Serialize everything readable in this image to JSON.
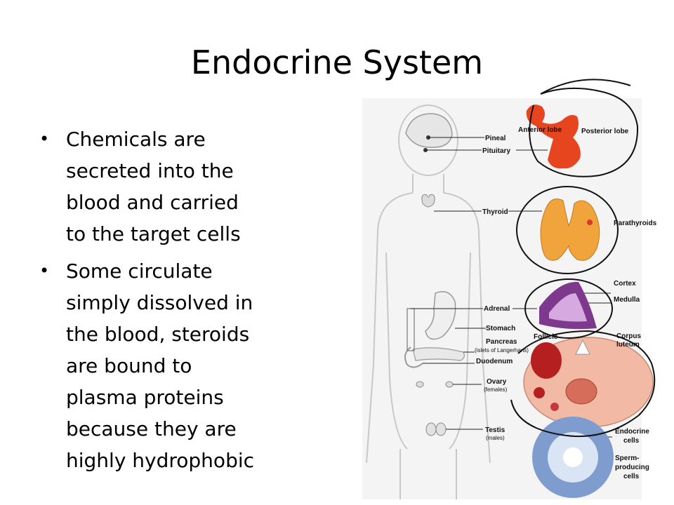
{
  "slide": {
    "title": "Endocrine System",
    "bullets": [
      {
        "lines": [
          "Chemicals are",
          "secreted into the",
          "blood and carried",
          "to the target cells"
        ]
      },
      {
        "lines": [
          "Some circulate",
          "simply dissolved in",
          "the blood, steroids",
          "are bound to",
          "plasma proteins",
          "because they are",
          "highly hydrophobic"
        ]
      }
    ]
  },
  "diagram": {
    "labels": {
      "pineal": "Pineal",
      "pituitary": "Pituitary",
      "anterior_lobe": "Anterior lobe",
      "posterior_lobe": "Posterior lobe",
      "thyroid": "Thyroid",
      "parathyroids": "Parathyroids",
      "cortex": "Cortex",
      "medulla": "Medulla",
      "adrenal": "Adrenal",
      "stomach": "Stomach",
      "pancreas": "Pancreas",
      "islets": "(islets of Langerhans)",
      "duodenum": "Duodenum",
      "follicle": "Follicle",
      "corpus_luteum_1": "Corpus",
      "corpus_luteum_2": "luteum",
      "ovary": "Ovary",
      "females": "(females)",
      "testis": "Testis",
      "males": "(males)",
      "endocrine_cells_1": "Endocrine",
      "endocrine_cells_2": "cells",
      "sperm_cells_1": "Sperm-",
      "sperm_cells_2": "producing",
      "sperm_cells_3": "cells"
    }
  }
}
